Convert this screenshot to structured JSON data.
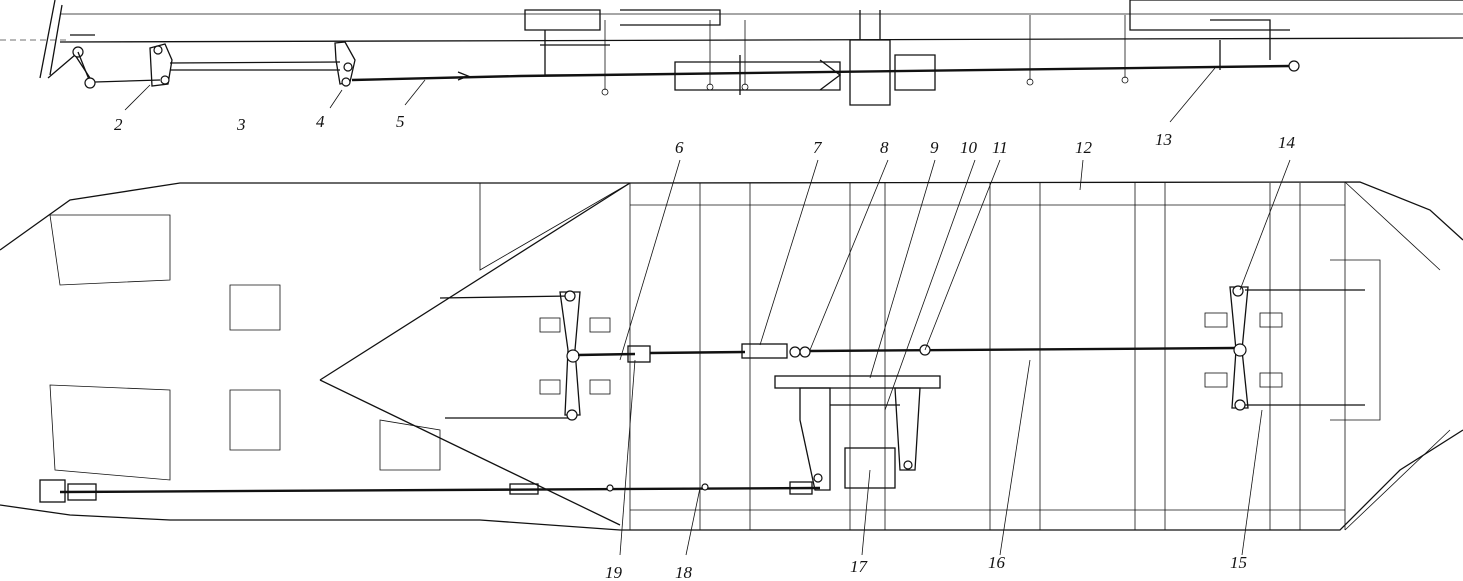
{
  "diagram": {
    "type": "mechanical linkage drawing (elevation and plan views)",
    "labels_top": [
      "2",
      "3",
      "4",
      "5",
      "13"
    ],
    "labels_middle": [
      "6",
      "7",
      "8",
      "9",
      "10",
      "11",
      "12",
      "14"
    ],
    "labels_bottom": [
      "19",
      "18",
      "17",
      "16",
      "15"
    ]
  }
}
